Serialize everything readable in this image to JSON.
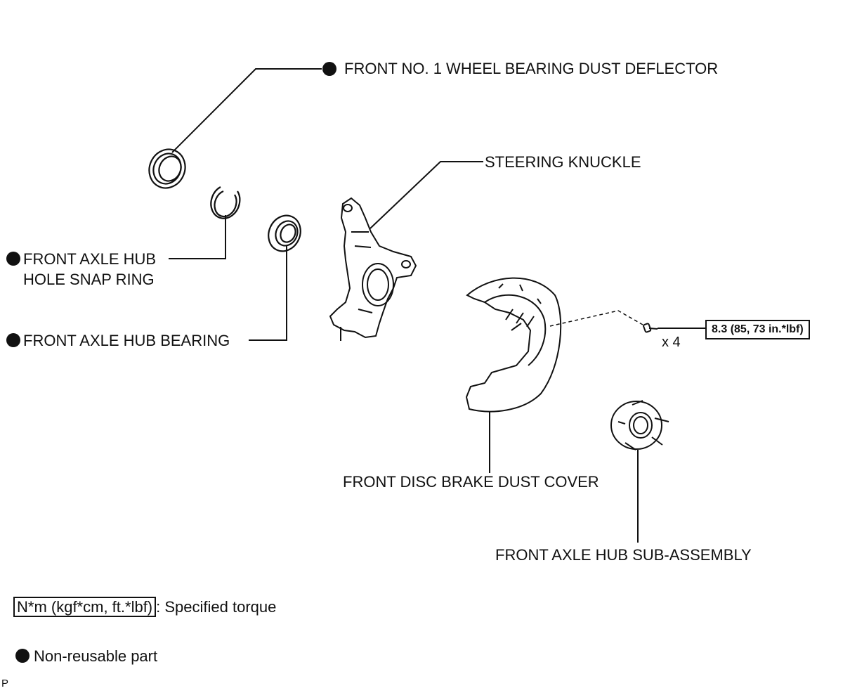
{
  "parts": {
    "dust_deflector": "FRONT NO. 1 WHEEL BEARING DUST DEFLECTOR",
    "steering_knuckle": "STEERING KNUCKLE",
    "snap_ring_line1": "FRONT AXLE HUB",
    "snap_ring_line2": "HOLE SNAP RING",
    "hub_bearing": "FRONT AXLE HUB BEARING",
    "dust_cover": "FRONT DISC BRAKE DUST COVER",
    "hub_sub_assembly": "FRONT AXLE HUB SUB-ASSEMBLY"
  },
  "fastener": {
    "torque": "8.3 (85, 73 in.*lbf)",
    "quantity": "x 4"
  },
  "legend": {
    "torque_unit": "N*m (kgf*cm, ft.*lbf)",
    "torque_desc": ": Specified torque",
    "non_reusable": "Non-reusable part"
  },
  "corner_mark": "P",
  "icons": {
    "non_reusable_marker": "filled-circle-icon"
  }
}
